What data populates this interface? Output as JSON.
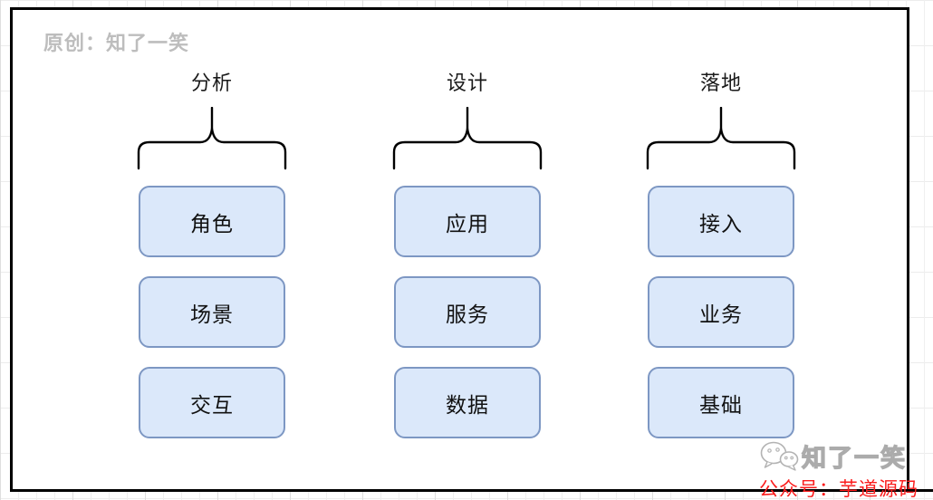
{
  "credit": "原创：知了一笑",
  "watermark": {
    "icon": "wechat-icon",
    "name": "知了一笑",
    "account": "公众号：芋道源码"
  },
  "colors": {
    "node_fill": "#dbe8fa",
    "node_border": "#7d97c3",
    "frame": "#000000",
    "credit_gray": "#bdbdbd",
    "account_red": "#fb1d1d",
    "brace_stroke": "#000000"
  },
  "diagram": {
    "columns": [
      {
        "header": "分析",
        "items": [
          "角色",
          "场景",
          "交互"
        ]
      },
      {
        "header": "设计",
        "items": [
          "应用",
          "服务",
          "数据"
        ]
      },
      {
        "header": "落地",
        "items": [
          "接入",
          "业务",
          "基础"
        ]
      }
    ]
  }
}
